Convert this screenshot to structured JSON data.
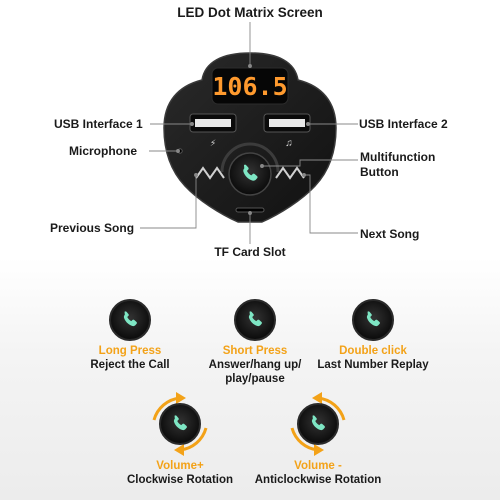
{
  "labels": {
    "led_screen": "LED Dot Matrix Screen",
    "usb1": "USB Interface 1",
    "usb2": "USB Interface 2",
    "microphone": "Microphone",
    "multifunction_line1": "Multifunction",
    "multifunction_line2": "Button",
    "previous": "Previous Song",
    "next": "Next Song",
    "tf_slot": "TF Card Slot"
  },
  "display": {
    "frequency": "106.5"
  },
  "colors": {
    "accent": "#f3a218",
    "screen_digits": "#ff9a2e",
    "button_green": "#7ee6c4",
    "device_body": "#1c1c1c"
  },
  "functions": [
    {
      "icon": "phone-icon",
      "title": "Long Press",
      "desc": [
        "Reject the Call"
      ]
    },
    {
      "icon": "phone-icon",
      "title": "Short Press",
      "desc": [
        "Answer/hang up/",
        "play/pause"
      ]
    },
    {
      "icon": "phone-icon",
      "title": "Double click",
      "desc": [
        "Last Number Replay"
      ]
    },
    {
      "icon": "phone-rotate-cw-icon",
      "title": "Volume+",
      "desc": [
        "Clockwise Rotation"
      ]
    },
    {
      "icon": "phone-rotate-ccw-icon",
      "title": "Volume -",
      "desc": [
        "Anticlockwise Rotation"
      ]
    }
  ]
}
